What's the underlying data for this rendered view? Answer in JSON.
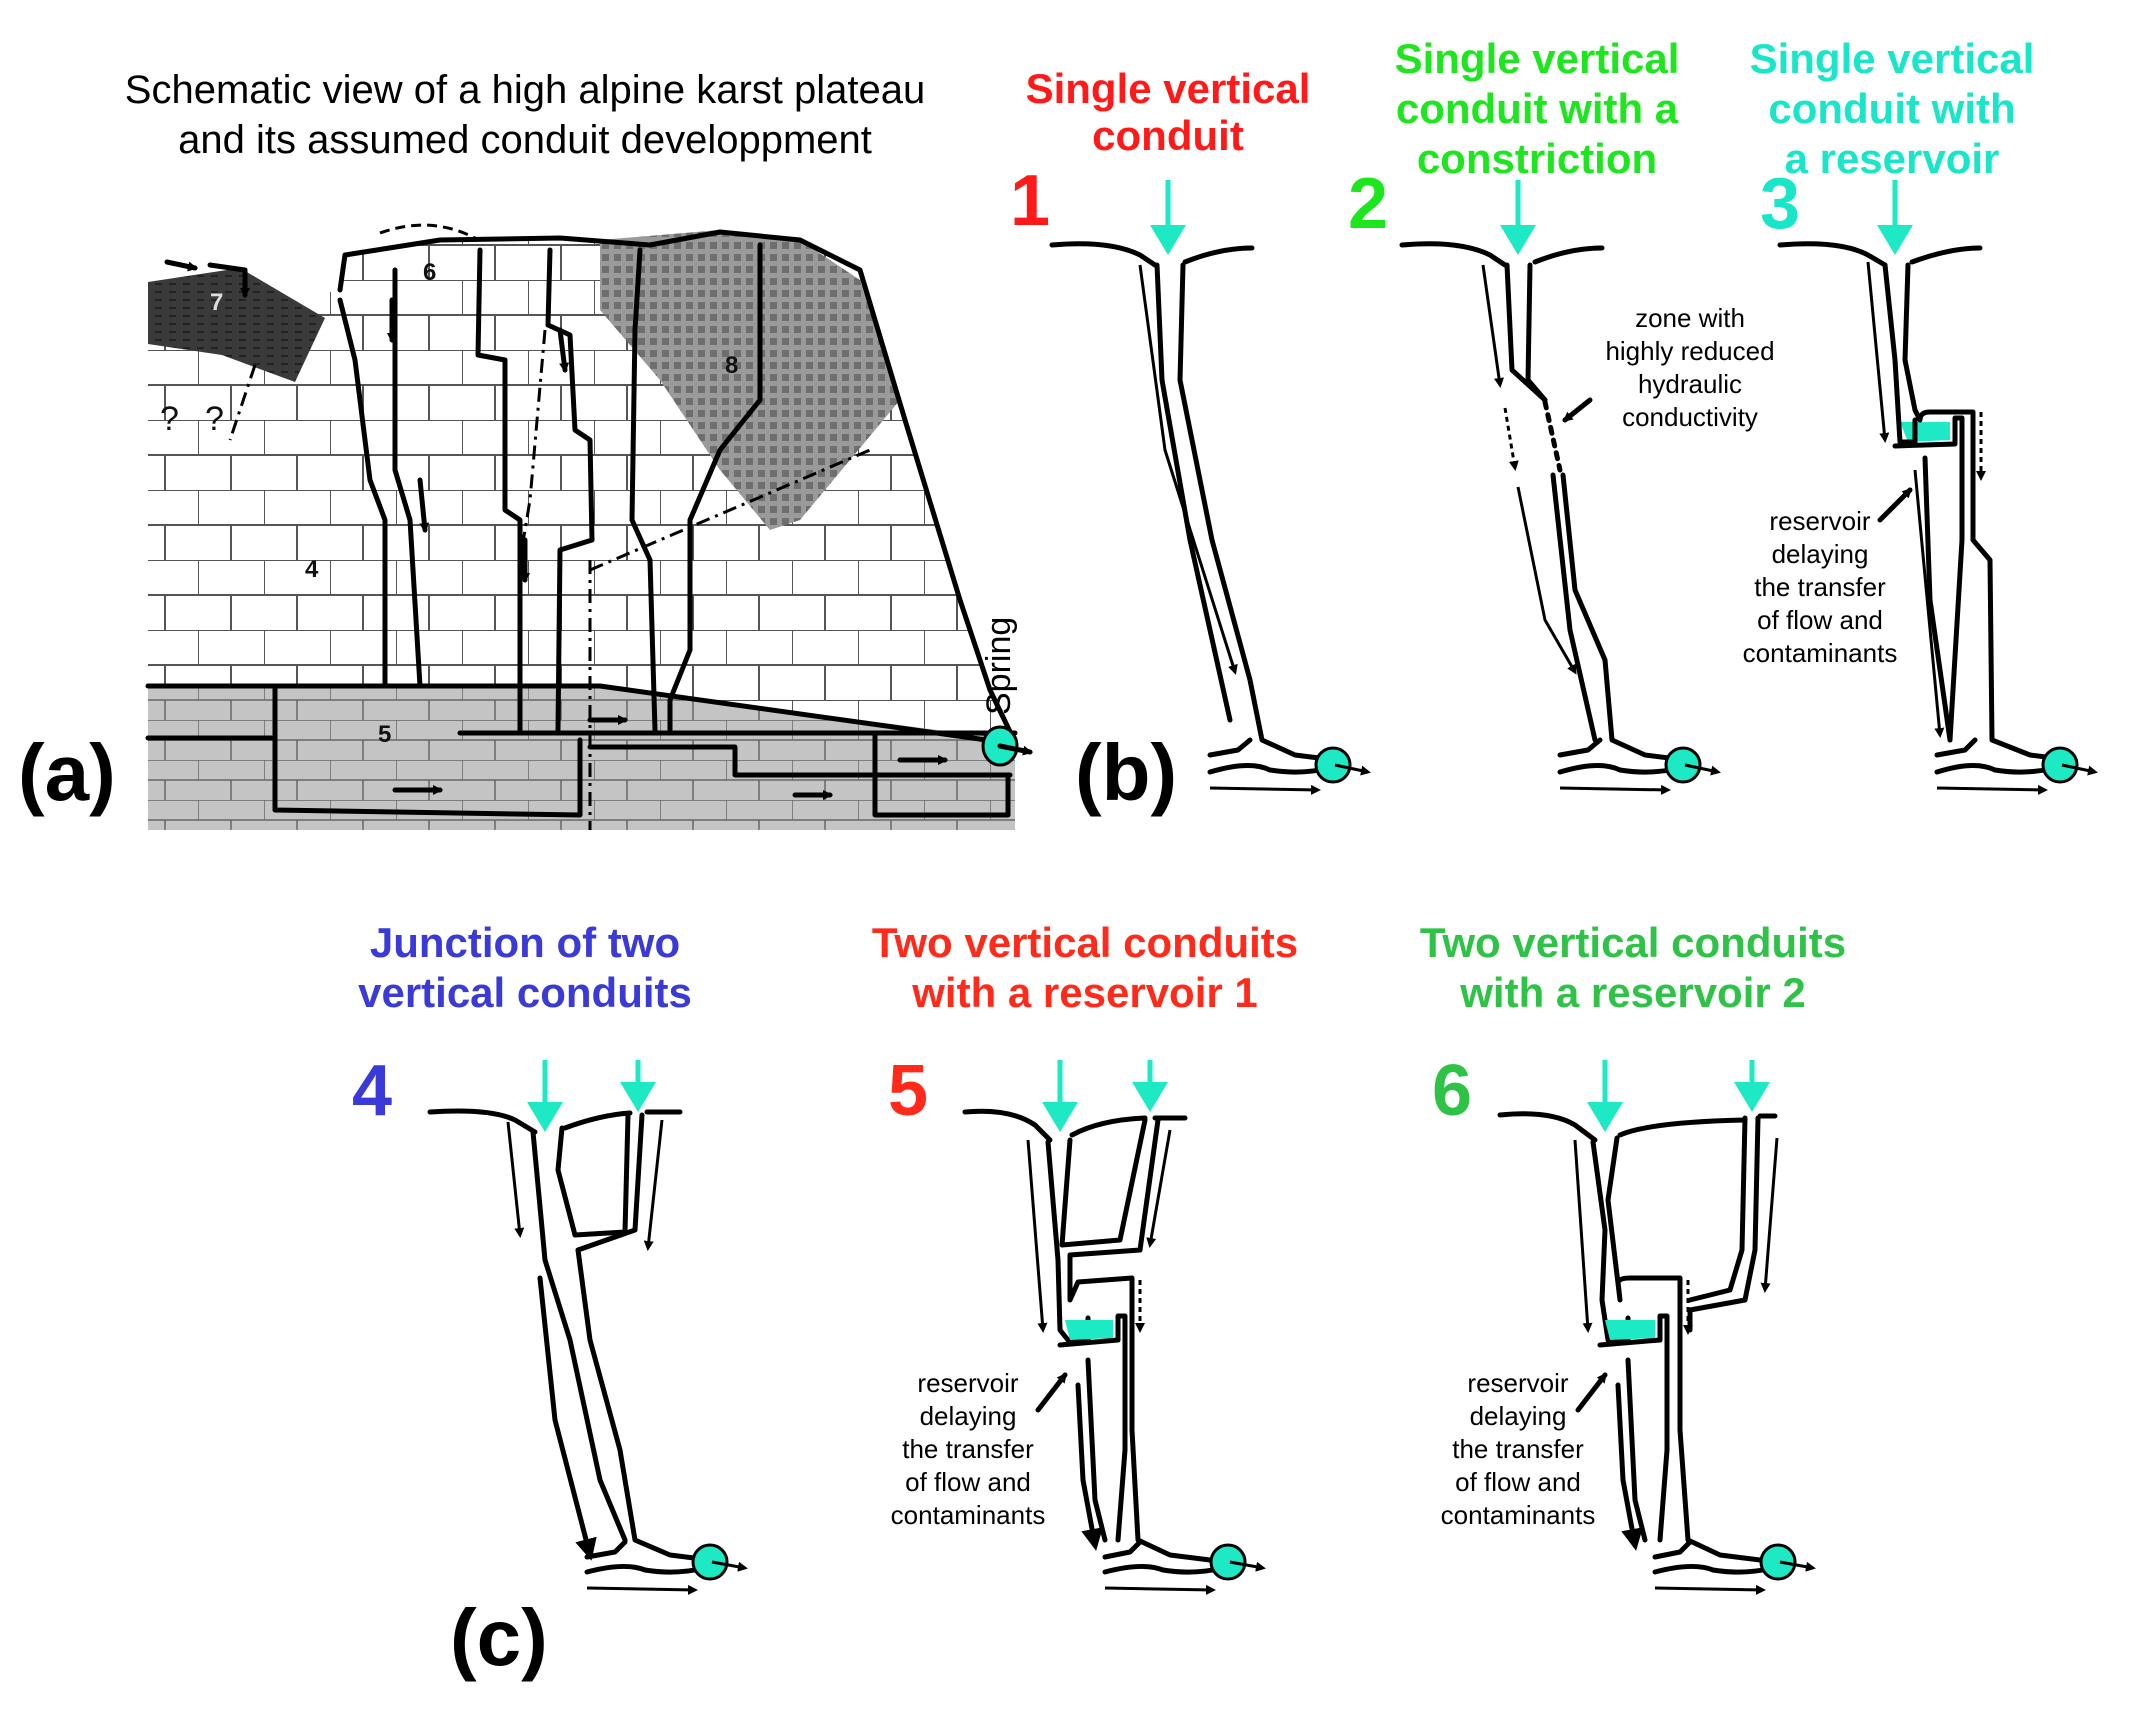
{
  "panel_a": {
    "label": "(a)",
    "title_lines": [
      "Schematic view of a high alpine karst plateau",
      "and its assumed conduit developpment"
    ],
    "unit_labels": [
      "4",
      "5",
      "6",
      "7",
      "8"
    ],
    "unknown_marks": [
      "?",
      "?"
    ],
    "spring_label": "Spring"
  },
  "panel_b": {
    "label": "(b)",
    "scenarios": [
      {
        "number": "1",
        "heading_lines": [
          "Single vertical",
          "conduit"
        ],
        "color": "#ff1a1a"
      },
      {
        "number": "2",
        "heading_lines": [
          "Single vertical",
          "conduit with a",
          "constriction"
        ],
        "color": "#1ee61e",
        "annotation_lines": [
          "zone with",
          "highly reduced",
          "hydraulic",
          "conductivity"
        ]
      },
      {
        "number": "3",
        "heading_lines": [
          "Single vertical",
          "conduit with",
          "a reservoir"
        ],
        "color": "#19e6c8",
        "annotation_lines": [
          "reservoir",
          "delaying",
          "the transfer",
          "of flow and",
          "contaminants"
        ]
      }
    ]
  },
  "panel_c": {
    "label": "(c)",
    "scenarios": [
      {
        "number": "4",
        "heading_lines": [
          "Junction of two",
          "vertical conduits"
        ],
        "color": "#3a3ad6"
      },
      {
        "number": "5",
        "heading_lines": [
          "Two vertical conduits",
          "with a reservoir 1"
        ],
        "color": "#ff2a1a",
        "annotation_lines": [
          "reservoir",
          "delaying",
          "the transfer",
          "of flow and",
          "contaminants"
        ]
      },
      {
        "number": "6",
        "heading_lines": [
          "Two vertical conduits",
          "with a reservoir 2"
        ],
        "color": "#2ec246",
        "annotation_lines": [
          "reservoir",
          "delaying",
          "the transfer",
          "of flow and",
          "contaminants"
        ]
      }
    ]
  },
  "colors": {
    "recharge_arrow": "#1de9c4",
    "spring": "#1de9c4",
    "reservoir_water": "#1de9c4",
    "limestone_lower": "#c4c4c4",
    "unit7": "#3a3a3a",
    "unit8": "#8a8a8a"
  }
}
